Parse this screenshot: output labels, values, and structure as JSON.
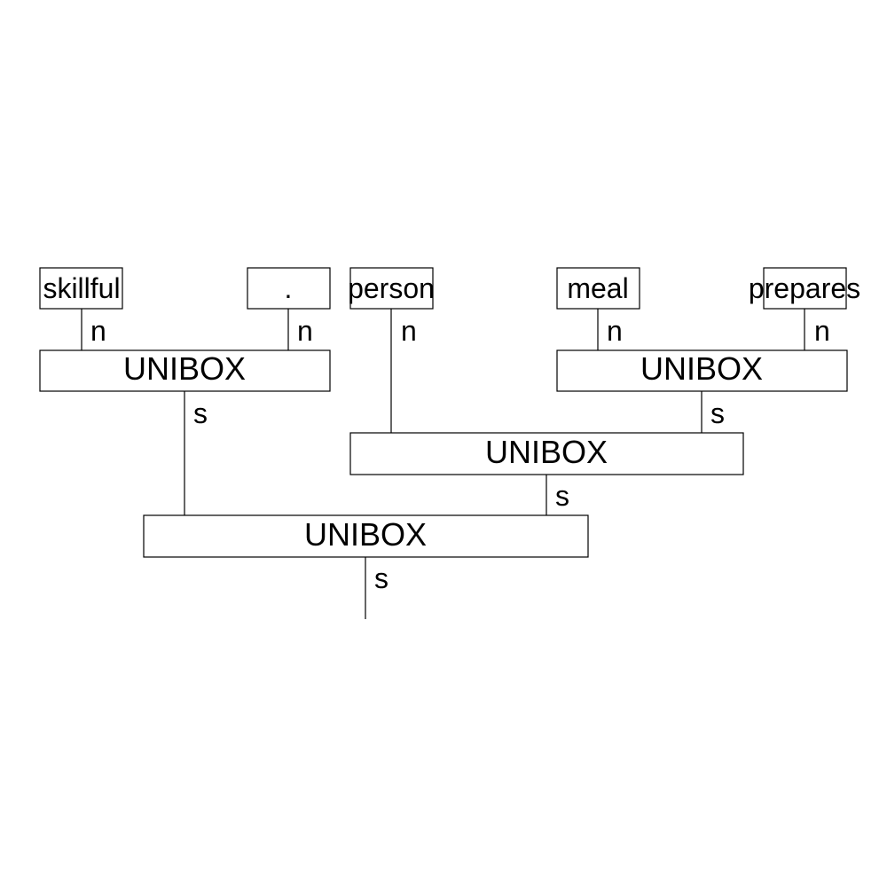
{
  "words": {
    "w0": "skillful",
    "w1": ".",
    "w2": "person",
    "w3": "meal",
    "w4": "prepares"
  },
  "boxes": {
    "b1": "UNIBOX",
    "b2": "UNIBOX",
    "b3": "UNIBOX",
    "b4": "UNIBOX"
  },
  "wire_types": {
    "w0_out": "n",
    "w1_out": "n",
    "w2_out": "n",
    "w3_out": "n",
    "w4_out": "n",
    "b1_out": "s",
    "b2_out": "s",
    "b3_out": "s",
    "b4_out": "s"
  }
}
